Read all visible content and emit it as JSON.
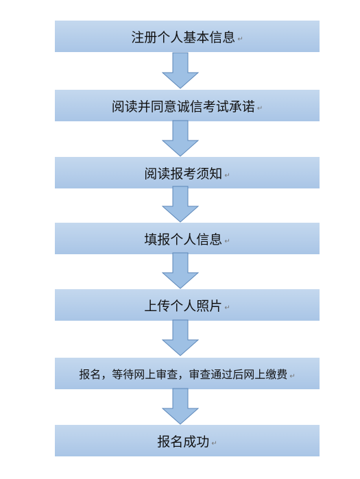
{
  "steps": [
    {
      "label": "注册个人基本信息"
    },
    {
      "label": "阅读并同意诚信考试承诺"
    },
    {
      "label": "阅读报考须知"
    },
    {
      "label": "填报个人信息"
    },
    {
      "label": "上传个人照片"
    },
    {
      "label": "报名，等待网上审查，审查通过后网上缴费"
    },
    {
      "label": "报名成功"
    }
  ],
  "paragraph_mark": "↵",
  "colors": {
    "box_fill_top": "#c4d8ee",
    "box_fill_bottom": "#a9c5e6",
    "arrow_fill": "#9ec0e4",
    "arrow_stroke": "#5b86b8"
  }
}
